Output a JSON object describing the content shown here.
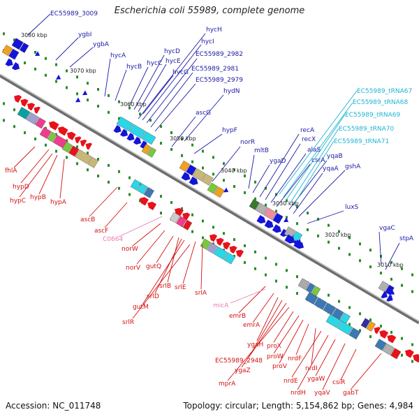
{
  "title": "Escherichia coli 55989, complete genome",
  "footer": {
    "accession": "Accession: NC_011748",
    "summary": "Topology: circular; Length: 5,154,862 bp; Genes: 4,984"
  },
  "colors": {
    "backbone": "#8a8a8a",
    "forward_label": "#1a1aa6",
    "reverse_label": "#d41010",
    "trna_label": "#1eb4d2",
    "ncrna_label": "#e87ab4",
    "tick": "#2a8a2a"
  },
  "scale_ticks": [
    "3080 kbp",
    "3070 kbp",
    "3060 kbp",
    "3050 kbp",
    "3040 kbp",
    "3030 kbp",
    "3020 kbp",
    "3010 kbp"
  ],
  "forward_labels": [
    "EC55989_3009",
    "ygbI",
    "ygbA",
    "hycA",
    "hycB",
    "hycC",
    "hycD",
    "hycE",
    "hycG",
    "hycH",
    "hycI",
    "EC55989_2982",
    "EC55989_2981",
    "EC55989_2979",
    "hydN",
    "ascG",
    "hypF",
    "norR",
    "mltB",
    "ygaD",
    "recA",
    "recX",
    "alaS",
    "csrA",
    "yqaB",
    "yqaA",
    "gshA",
    "luxS",
    "vgaC",
    "stpA"
  ],
  "trna_labels": [
    "EC55989_tRNA67",
    "EC55989_tRNA68",
    "EC55989_tRNA69",
    "EC55989_tRNA70",
    "EC55989_tRNA71"
  ],
  "reverse_labels": [
    "fhlA",
    "hypD",
    "hypC",
    "hypB",
    "hypA",
    "ascB",
    "ascF",
    "norW",
    "norV",
    "gutQ",
    "srlB",
    "srlD",
    "gutM",
    "srlR",
    "srlE",
    "srlA",
    "emrB",
    "emrA",
    "ygaH",
    "EC55989_2948",
    "ygaZ",
    "mprA",
    "proX",
    "proW",
    "proV",
    "nrdF",
    "nrdI",
    "nrdE",
    "nrdH",
    "ygaW",
    "yqaV",
    "csiR",
    "gabT"
  ],
  "ncrna_labels": [
    "C0664",
    "micA"
  ]
}
